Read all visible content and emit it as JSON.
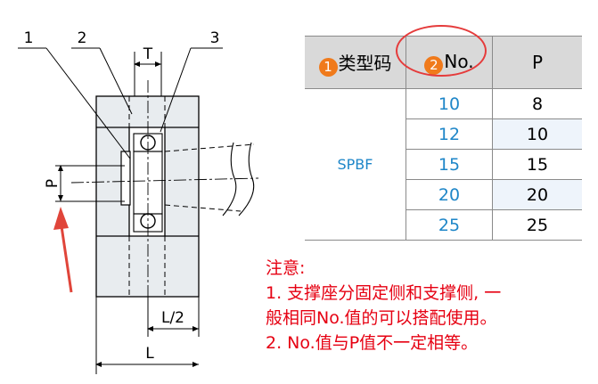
{
  "drawing": {
    "labels": {
      "callout_1": "1",
      "callout_2": "2",
      "callout_3": "3",
      "dim_t": "T",
      "dim_p": "P",
      "dim_half_l": "L/2",
      "dim_l": "L"
    },
    "colors": {
      "body_fill": "#e8ecef",
      "line": "#000000",
      "arrow": "#e0453a"
    }
  },
  "table": {
    "headers": {
      "type_badge": "1",
      "type_label": "类型码",
      "no_badge": "2",
      "no_label": "No.",
      "p_label": "P"
    },
    "type_value": "SPBF",
    "rows": [
      {
        "no": "10",
        "p": "8"
      },
      {
        "no": "12",
        "p": "10"
      },
      {
        "no": "15",
        "p": "15"
      },
      {
        "no": "20",
        "p": "20"
      },
      {
        "no": "25",
        "p": "25"
      }
    ],
    "colors": {
      "header_bg": "#d9d9d9",
      "no_text": "#1e86c8",
      "badge": "#f07a1b",
      "highlight": "#e53b3b"
    }
  },
  "notes": {
    "title": "注意:",
    "line1": "1.  支撑座分固定侧和支撑侧, 一",
    "line2": "般相同No.值的可以搭配使用。",
    "line3": "2.  No.值与P值不一定相等。",
    "color": "#e60012"
  }
}
